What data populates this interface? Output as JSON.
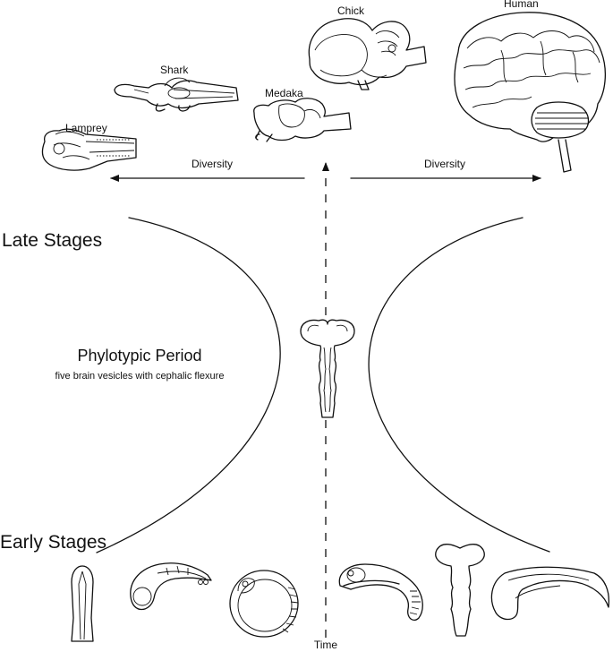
{
  "species": {
    "lamprey": "Lamprey",
    "shark": "Shark",
    "medaka": "Medaka",
    "chick": "Chick",
    "human": "Human"
  },
  "diversity_left": "Diversity",
  "diversity_right": "Diversity",
  "late_stages": "Late Stages",
  "phylotypic_title": "Phylotypic Period",
  "phylotypic_subtitle": "five brain vesicles with cephalic flexure",
  "early_stages": "Early Stages",
  "time_label": "Time"
}
